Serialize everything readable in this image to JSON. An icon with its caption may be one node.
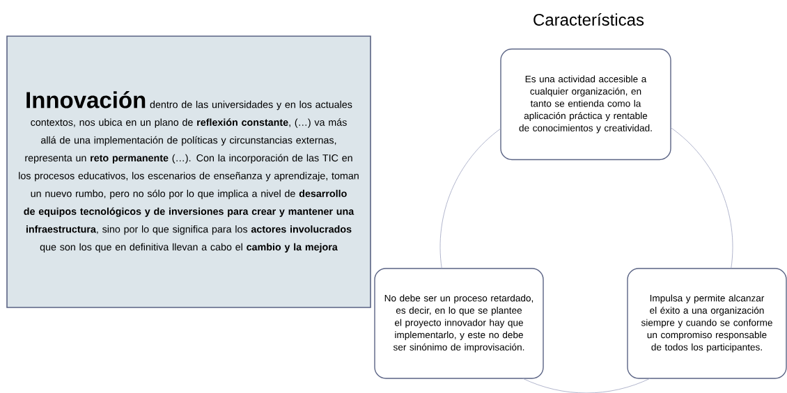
{
  "diagram": {
    "title": "Características",
    "nodes": [
      {
        "text": [
          "Innovación",
          "dentro de las universidades y en los actuales contextos, nos ubica en un plano de **reflexión constante**, (…) va más allá de una implementación de políticas y circunstancias externas, representa un **reto permanente** (…).  Con la incorporación de las TIC en los procesos educativos, los escenarios de enseñanza y aprendizaje, toman un nuevo rumbo, pero no sólo por lo que implica a nivel de **desarrollo de equipos tecnológicos y de inversiones para crear y mantener una infraestructura**, sino por lo que significa para los **actores involucrados** que son los que en definitiva llevan a cabo el **cambio y la mejora**"
        ]
      },
      {
        "text": [
          "Es una actividad accesible a cualquier organización, en tanto se entienda como la aplicación práctica y rentable de conocimientos y creatividad."
        ]
      },
      {
        "text": [
          "Impulsa y permite alcanzar el éxito a una organización siempre y cuando se conforme un compromiso responsable de todos los participantes."
        ]
      },
      {
        "text": [
          "No debe ser un proceso retardado, es decir, en lo que se plantee el proyecto innovador hay que implementarlo, y este no debe ser sinónimo de improvisación."
        ]
      }
    ],
    "edges": [
      {
        "from": 1,
        "to": 2,
        "arrow": "none"
      },
      {
        "from": 2,
        "to": 3,
        "arrow": "none"
      },
      {
        "from": 3,
        "to": 1,
        "arrow": "none"
      }
    ]
  }
}
